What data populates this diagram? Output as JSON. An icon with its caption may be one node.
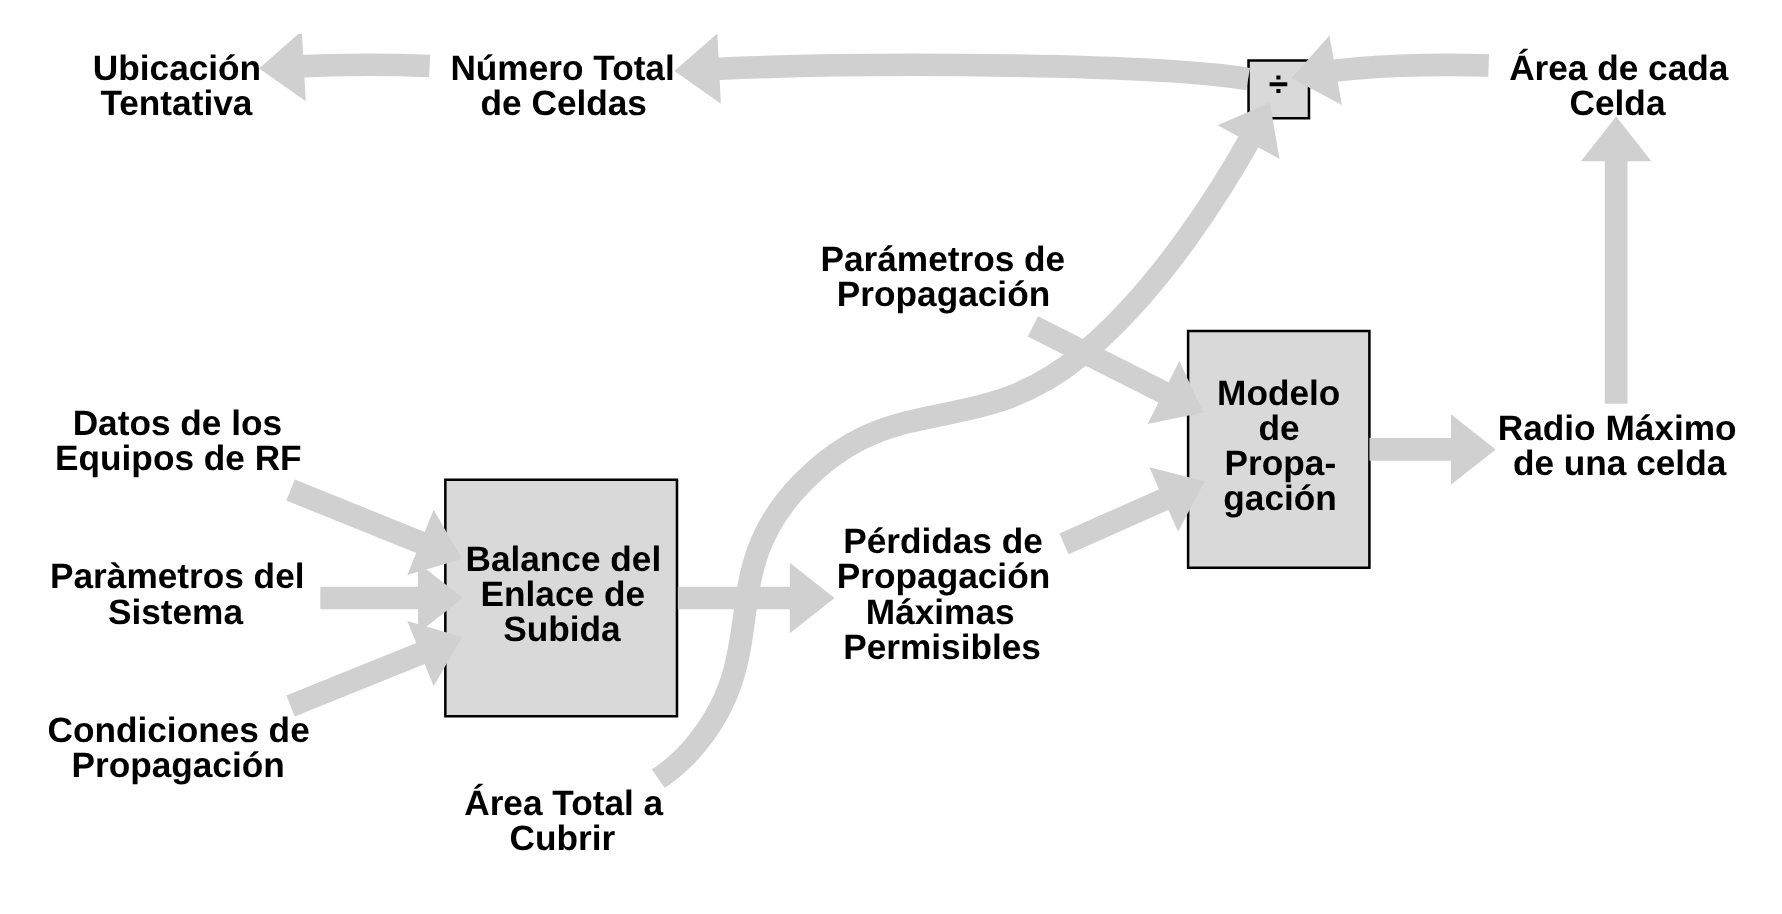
{
  "diagram": {
    "nodes": [
      {
        "text": [
          "Datos de los Equipos de RF"
        ]
      },
      {
        "text": [
          "Paràmetros del Sistema"
        ]
      },
      {
        "text": [
          "Condiciones de Propagación"
        ]
      },
      {
        "text": [
          "Balance del Enlace de Subida"
        ]
      },
      {
        "text": [
          "Pérdidas de Propagación Máximas Permisibles"
        ]
      },
      {
        "text": [
          "Parámetros de Propagación"
        ]
      },
      {
        "text": [
          "Modelo de Propa-gación"
        ]
      },
      {
        "text": [
          "Radio Máximo de una celda"
        ]
      },
      {
        "text": [
          "Área de cada Celda"
        ]
      },
      {
        "text": [
          "÷"
        ]
      },
      {
        "text": [
          "Área Total a Cubrir"
        ]
      },
      {
        "text": [
          "Número Total de Celdas"
        ]
      },
      {
        "text": [
          "Ubicación Tentativa"
        ]
      }
    ],
    "edges": [
      {
        "from": 0,
        "to": 3,
        "arrow": "to"
      },
      {
        "from": 1,
        "to": 3,
        "arrow": "to"
      },
      {
        "from": 2,
        "to": 3,
        "arrow": "to"
      },
      {
        "from": 3,
        "to": 4,
        "arrow": "to"
      },
      {
        "from": 4,
        "to": 6,
        "arrow": "to"
      },
      {
        "from": 5,
        "to": 6,
        "arrow": "to"
      },
      {
        "from": 6,
        "to": 7,
        "arrow": "to"
      },
      {
        "from": 7,
        "to": 8,
        "arrow": "to"
      },
      {
        "from": 8,
        "to": 9,
        "arrow": "to"
      },
      {
        "from": 10,
        "to": 9,
        "arrow": "to"
      },
      {
        "from": 9,
        "to": 11,
        "arrow": "to"
      },
      {
        "from": 11,
        "to": 12,
        "arrow": "to"
      }
    ]
  }
}
